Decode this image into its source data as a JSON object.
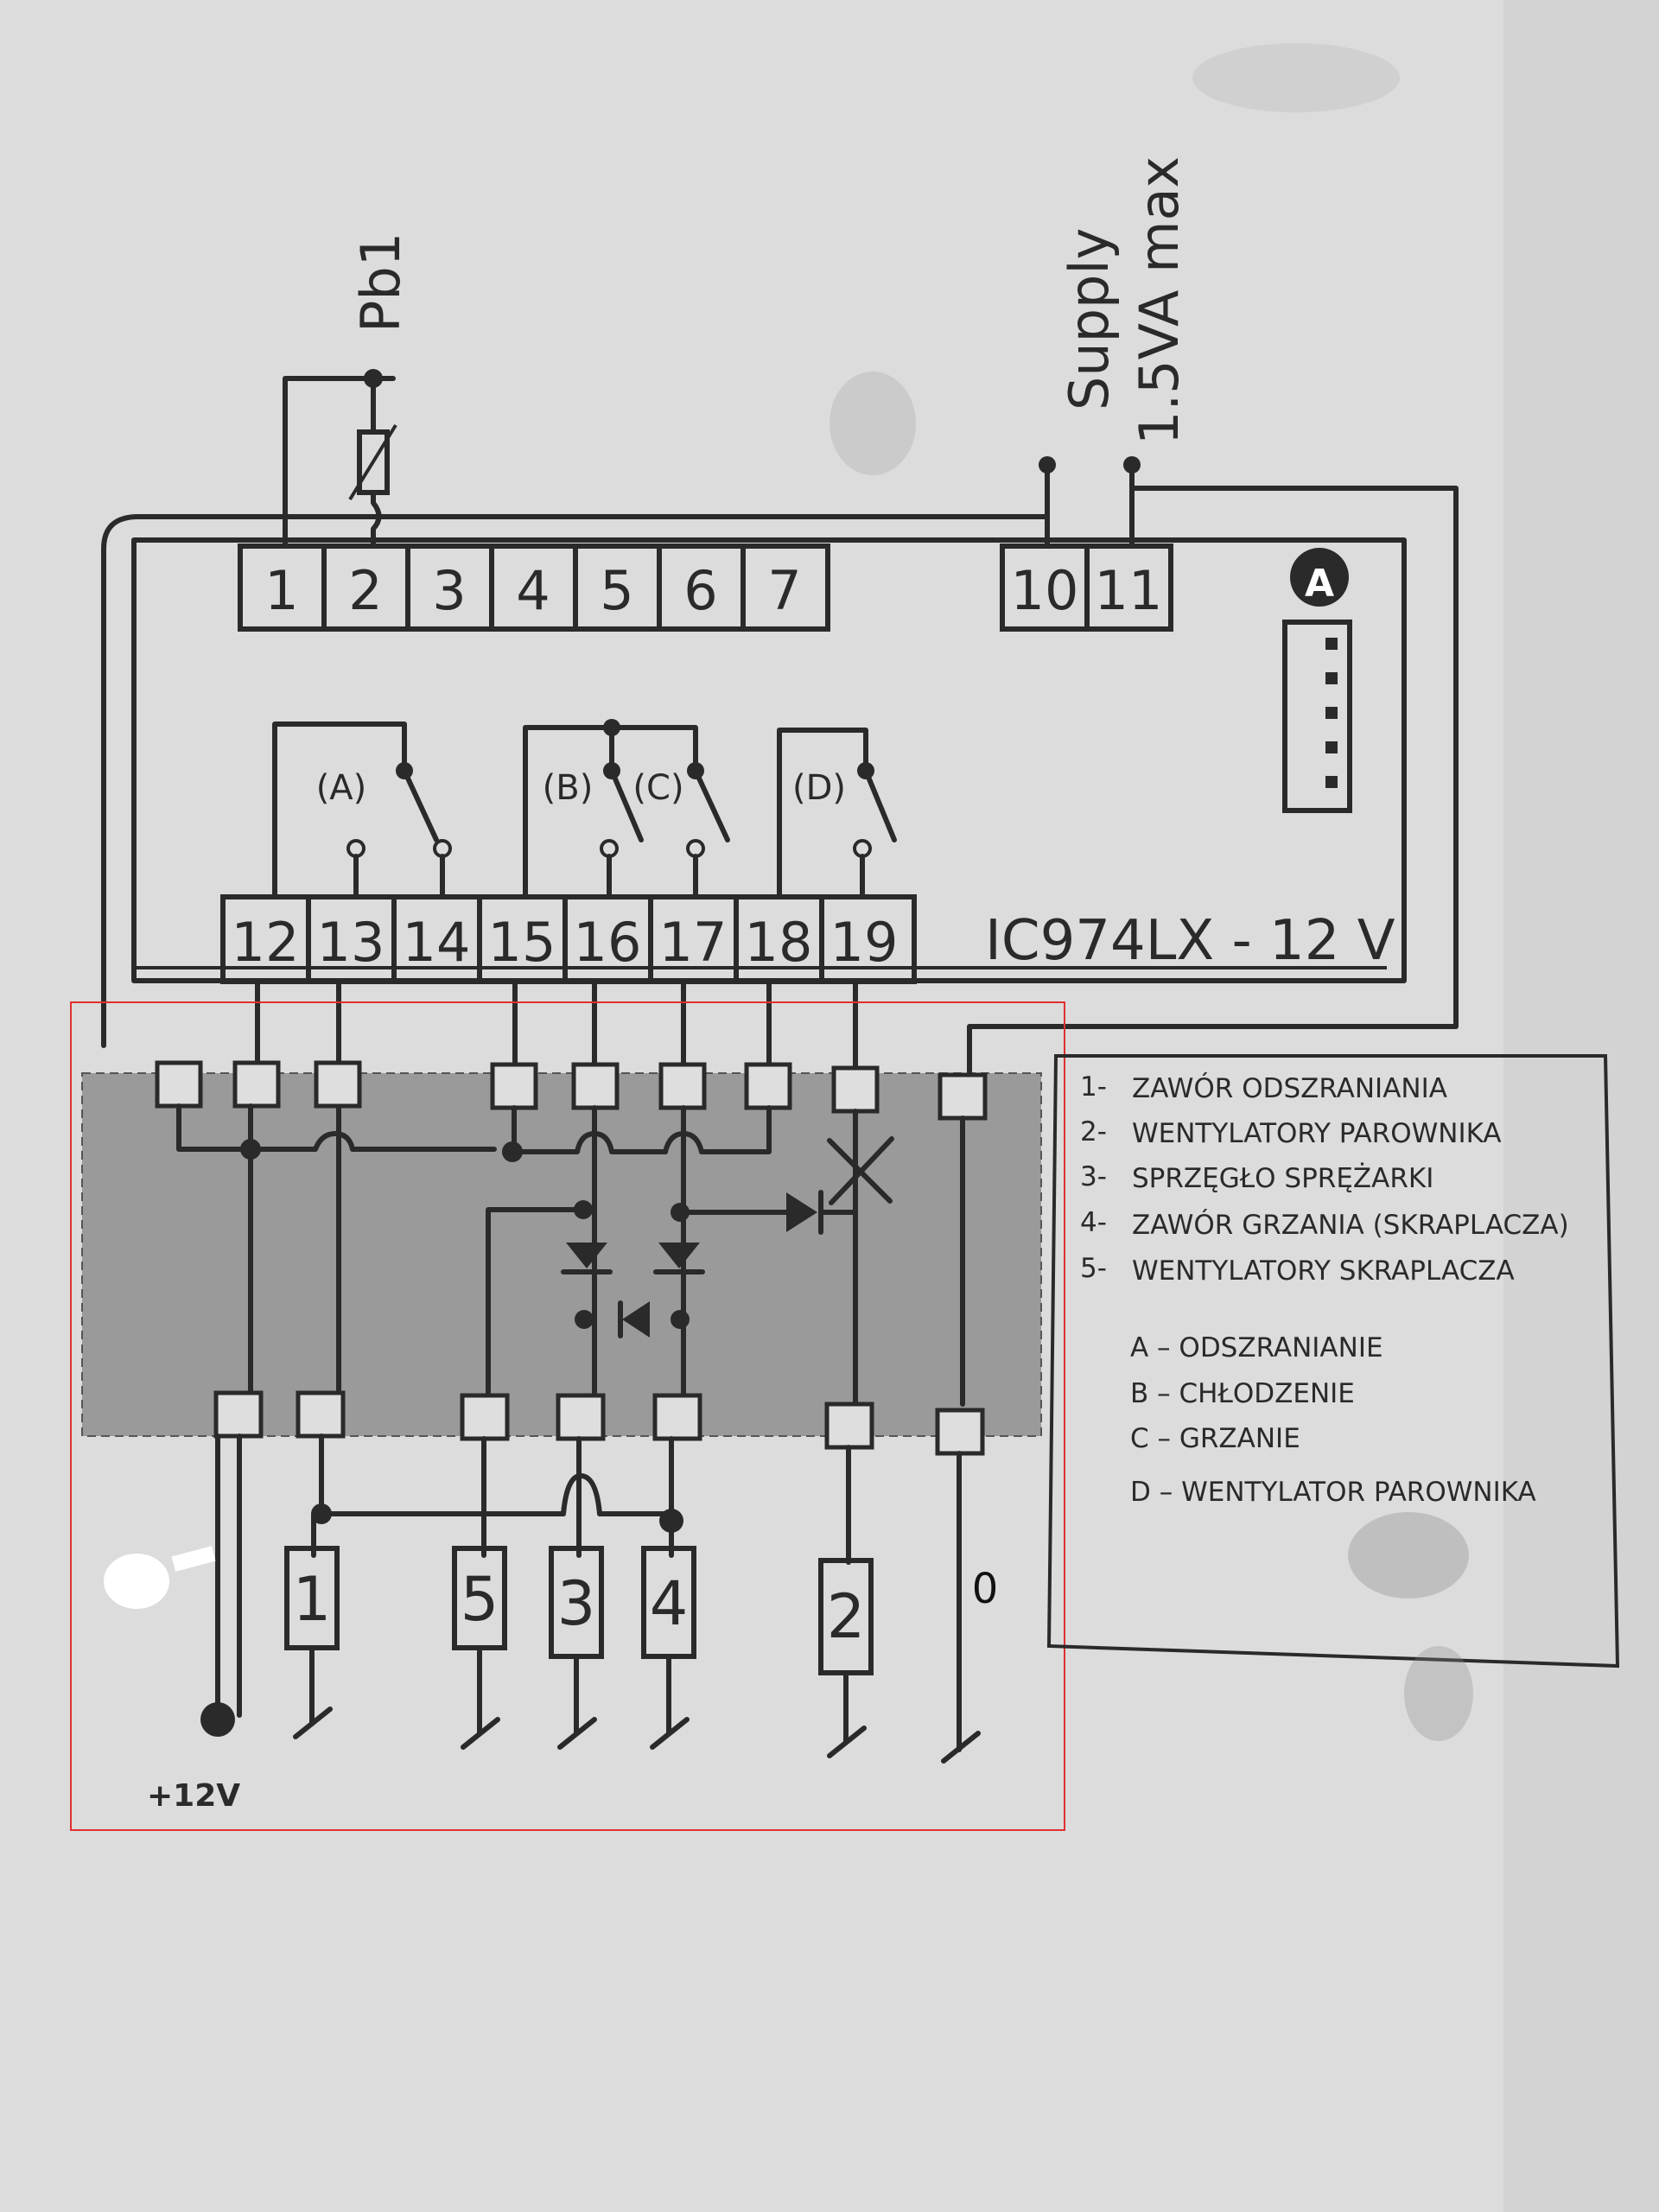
{
  "probe": {
    "label": "Pb1"
  },
  "supply": {
    "line1": "Supply",
    "line2": "1.5VA max"
  },
  "top_terminals": [
    "1",
    "2",
    "3",
    "4",
    "5",
    "6",
    "7"
  ],
  "supply_terminals": [
    "10",
    "11"
  ],
  "bottom_terminals": [
    "12",
    "13",
    "14",
    "15",
    "16",
    "17",
    "18",
    "19"
  ],
  "relays": [
    "(A)",
    "(B)",
    "(C)",
    "(D)"
  ],
  "port_badge": "A",
  "model": "IC974LX - 12 V",
  "legend": {
    "items": [
      {
        "num": "1-",
        "text": "ZAWÓR ODSZRANIANIA"
      },
      {
        "num": "2-",
        "text": "WENTYLATORY PAROWNIKA"
      },
      {
        "num": "3-",
        "text": "SPRZĘGŁO SPRĘŻARKI"
      },
      {
        "num": "4-",
        "text": "ZAWÓR GRZANIA (SKRAPLACZA)"
      },
      {
        "num": "5-",
        "text": "WENTYLATORY SKRAPLACZA"
      }
    ],
    "modes": [
      "A – ODSZRANIANIE",
      "B – CHŁODZENIE",
      "C – GRZANIE",
      "D – WENTYLATOR PAROWNIKA"
    ]
  },
  "loads": [
    "1",
    "5",
    "3",
    "4",
    "2"
  ],
  "power": {
    "positive": "+12V",
    "zero": "0"
  },
  "colors": {
    "highlight_frame": "#e03030",
    "shaded_module": "#9a9a9a",
    "line": "#2a2a2a"
  }
}
